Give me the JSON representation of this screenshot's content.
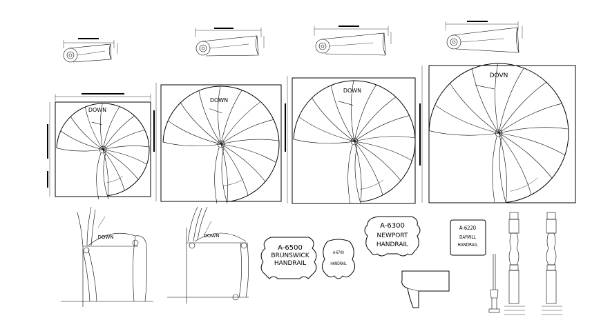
{
  "plans": [
    {
      "id": "plan-1",
      "down_label": "DOWN"
    },
    {
      "id": "plan-2",
      "down_label": "DOWN"
    },
    {
      "id": "plan-3",
      "down_label": "DOWN"
    },
    {
      "id": "plan-4",
      "down_label": "DOVN"
    }
  ],
  "elevations": [
    {
      "id": "elevation-1",
      "down_label": "DOWN"
    },
    {
      "id": "elevation-2",
      "down_label": "DOWN"
    }
  ],
  "profiles": [
    {
      "id": "profile-6500",
      "lines": [
        "A-6500",
        "BRUNSWICK",
        "HANDRAIL"
      ]
    },
    {
      "id": "profile-6700",
      "lines": [
        "A-6700",
        "HANDRAIL"
      ]
    },
    {
      "id": "profile-6300",
      "lines": [
        "A-6300",
        "NEWPORT",
        "HANDRAIL"
      ]
    },
    {
      "id": "profile-6220",
      "lines": [
        "A-6220",
        "DAYMILL",
        "HANDRAIL"
      ]
    }
  ]
}
